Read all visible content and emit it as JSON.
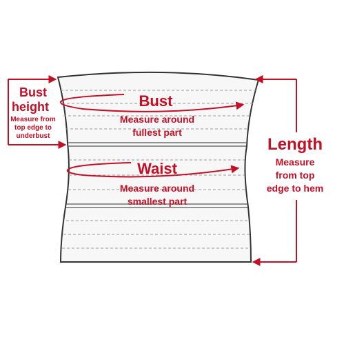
{
  "colors": {
    "accent": "#c40f24",
    "outline": "#333333",
    "garment_fill": "#f7f7f7",
    "seam": "#9a9a9a"
  },
  "bust": {
    "title": "Bust",
    "line1": "Measure around",
    "line2": "fullest part"
  },
  "waist": {
    "title": "Waist",
    "line1": "Measure around",
    "line2": "smallest part"
  },
  "bust_height": {
    "title1": "Bust",
    "title2": "height",
    "line1": "Measure from",
    "line2": "top edge to",
    "line3": "underbust"
  },
  "length": {
    "title": "Length",
    "line1": "Measure",
    "line2": "from top",
    "line3": "edge to hem"
  }
}
